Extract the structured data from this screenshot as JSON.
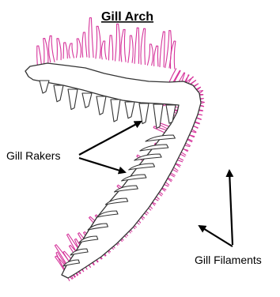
{
  "title": "Gill Arch",
  "labels": {
    "gill_rakers": "Gill Rakers",
    "gill_filaments": "Gill Filaments"
  },
  "colors": {
    "filament": "#d6349b",
    "outline": "#333333",
    "arrow": "#000000",
    "text": "#000000"
  }
}
